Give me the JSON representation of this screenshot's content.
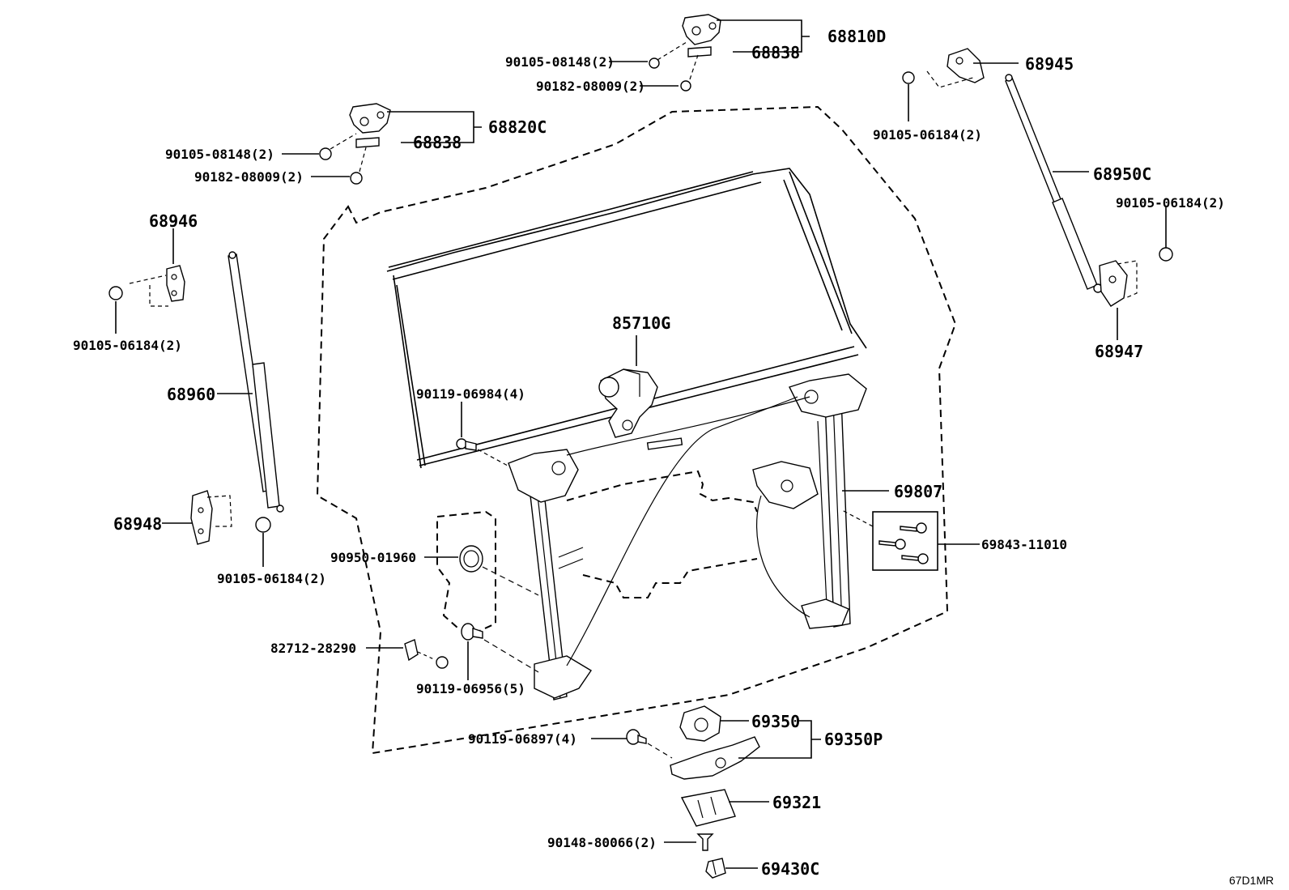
{
  "diagram": {
    "ref_code": "67D1MR",
    "labels": {
      "p68810D": "68810D",
      "p68838a": "68838",
      "p90105_08148a": "90105-08148(2)",
      "p90182_08009a": "90182-08009(2)",
      "p68945": "68945",
      "p90105_06184a": "90105-06184(2)",
      "p68820C": "68820C",
      "p68838b": "68838",
      "p90105_08148b": "90105-08148(2)",
      "p90182_08009b": "90182-08009(2)",
      "p68950C": "68950C",
      "p90105_06184b": "90105-06184(2)",
      "p68946": "68946",
      "p90105_06184c": "90105-06184(2)",
      "p68947": "68947",
      "p85710G": "85710G",
      "p90119_06984": "90119-06984(4)",
      "p68960": "68960",
      "p69807": "69807",
      "p69843_11010": "69843-11010",
      "p68948": "68948",
      "p90950_01960": "90950-01960",
      "p90105_06184d": "90105-06184(2)",
      "p82712_28290": "82712-28290",
      "p90119_06956": "90119-06956(5)",
      "p69350": "69350",
      "p69350P": "69350P",
      "p90119_06897": "90119-06897(4)",
      "p69321": "69321",
      "p90148_80066": "90148-80066(2)",
      "p69430C": "69430C"
    }
  }
}
